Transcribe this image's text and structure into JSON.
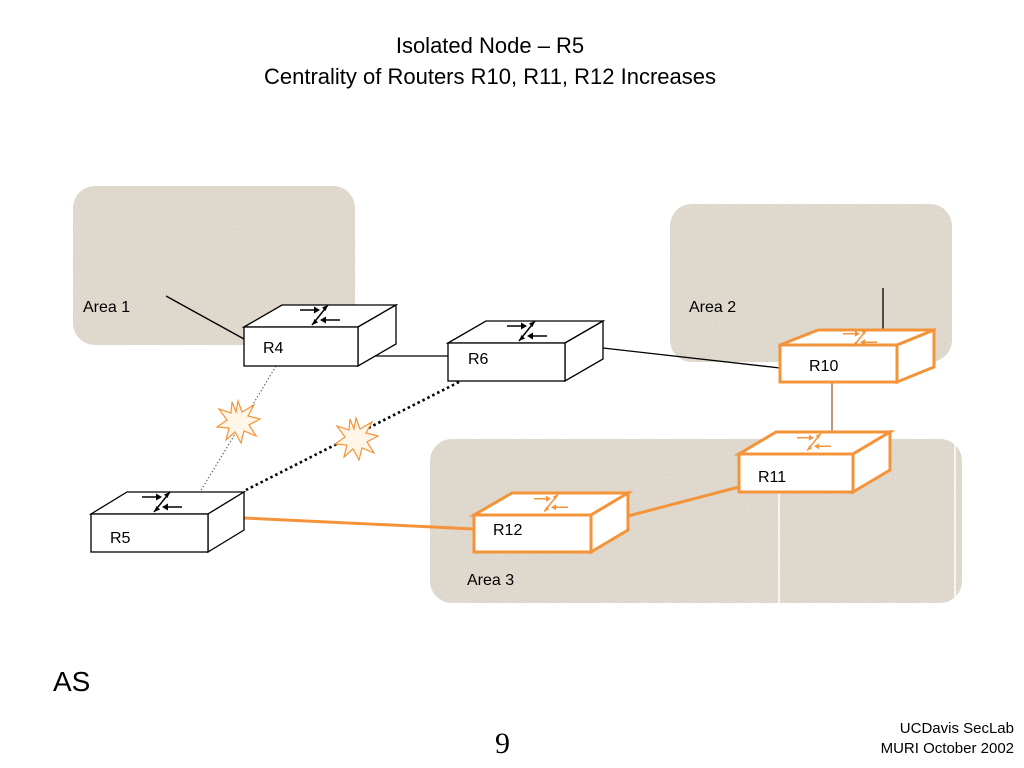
{
  "slide": {
    "title_line1": "Isolated Node – R5",
    "title_line2": "Centrality of Routers R10, R11, R12 Increases",
    "as_label": "AS",
    "page_number": "9",
    "footer_line1": "UCDavis SecLab",
    "footer_line2": "MURI October 2002"
  },
  "colors": {
    "area_fill": "#e2dbd0",
    "highlight": "#f4943a",
    "normal": "#000000"
  },
  "areas": {
    "area1": "Area 1",
    "area2": "Area 2",
    "area3": "Area 3"
  },
  "routers": {
    "r4": "R4",
    "r5": "R5",
    "r6": "R6",
    "r10": "R10",
    "r11": "R11",
    "r12": "R12"
  },
  "icons": {
    "router": "router-arrows-icon",
    "failure": "explosion-burst-icon"
  }
}
